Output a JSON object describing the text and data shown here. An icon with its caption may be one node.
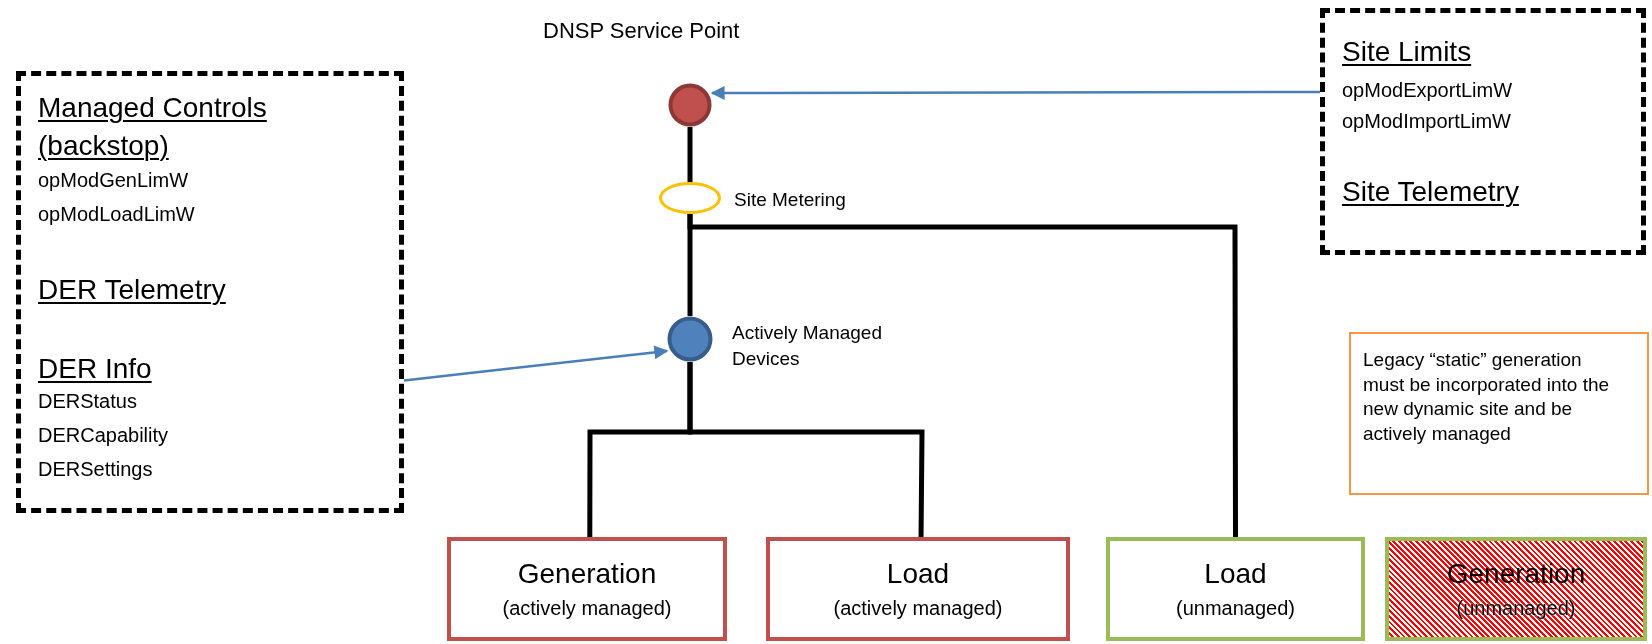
{
  "diagram": {
    "nodes": [
      {
        "text": [
          "Managed Controls (backstop)",
          "opModGenLimW",
          "opModLoadLimW",
          "DER Telemetry",
          "DER Info",
          "DERStatus",
          "DERCapability",
          "DERSettings"
        ]
      },
      {
        "text": [],
        "shape": "circle",
        "beside": [
          "DNSP Service Point"
        ]
      },
      {
        "text": [
          "Site Limits",
          "opModExportLimW",
          "opModImportLimW",
          "Site Telemetry"
        ]
      },
      {
        "text": [],
        "shape": "ellipse",
        "beside": [
          "Site Metering"
        ]
      },
      {
        "text": [],
        "shape": "circle",
        "beside": [
          "Actively Managed Devices"
        ]
      },
      {
        "text": [
          "Legacy “static” generation must be incorporated into the new dynamic site and be actively managed"
        ]
      },
      {
        "text": [
          "Generation",
          "(actively managed)"
        ]
      },
      {
        "text": [
          "Load",
          "(actively managed)"
        ]
      },
      {
        "text": [
          "Load",
          "(unmanaged)"
        ]
      },
      {
        "text": [
          "Generation",
          "(unmanaged)"
        ]
      }
    ],
    "edges": [
      {
        "from": 2,
        "to": 1,
        "arrow": "to",
        "color": "#4a7ebb"
      },
      {
        "from": 0,
        "to": 4,
        "arrow": "to",
        "color": "#4a7ebb"
      },
      {
        "from": 1,
        "to": 3,
        "arrow": "none"
      },
      {
        "from": 3,
        "to": 4,
        "arrow": "none"
      },
      {
        "from": 3,
        "to": 8,
        "arrow": "none"
      },
      {
        "from": 4,
        "to": 6,
        "arrow": "none"
      },
      {
        "from": 4,
        "to": 7,
        "arrow": "none"
      }
    ]
  }
}
